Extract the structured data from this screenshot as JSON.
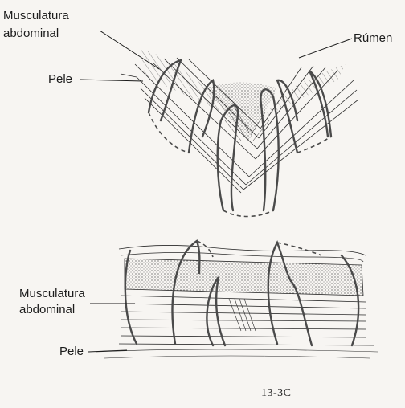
{
  "top_view": {
    "label_muscle_line1": "Musculatura",
    "label_muscle_line2": "abdominal",
    "label_rumen": "Rúmen",
    "label_skin": "Pele"
  },
  "bottom_view": {
    "label_muscle_line1": "Musculatura",
    "label_muscle_line2": "abdominal",
    "label_skin": "Pele"
  },
  "figure_number": "13-3C",
  "colors": {
    "ink": "#2a2a2a",
    "paper": "#f7f5f2",
    "suture": "#4a4a4a"
  }
}
